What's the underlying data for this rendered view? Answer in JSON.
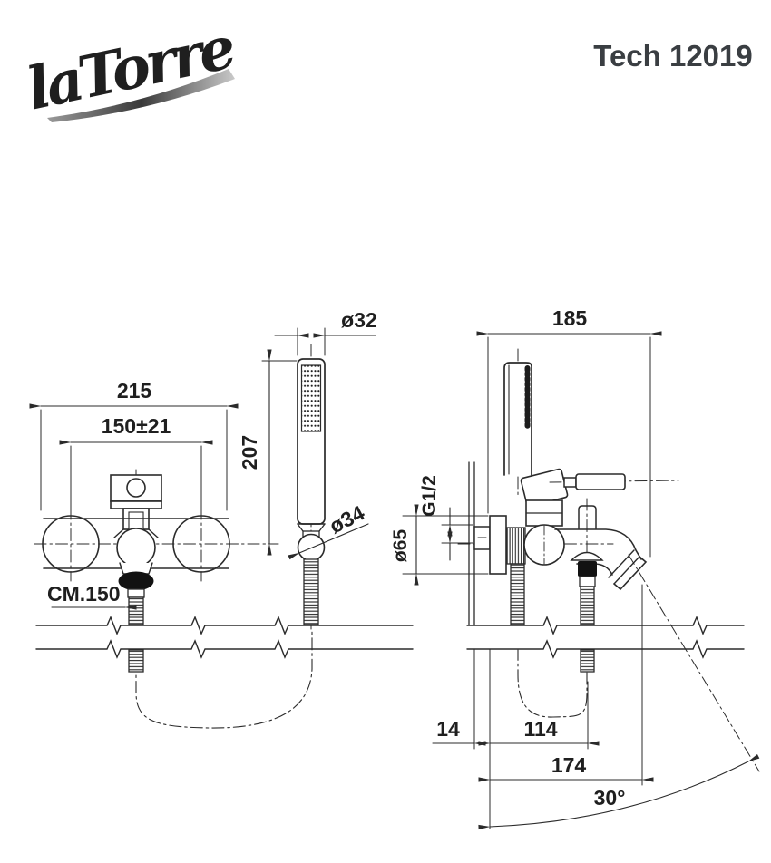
{
  "page": {
    "background": "#ffffff",
    "line_color": "#2b2b2b",
    "text_color": "#1f1f1f"
  },
  "header": {
    "brand": "laTorre",
    "model": "Tech 12019"
  },
  "front_view": {
    "label": "front-view-drawing",
    "dims": {
      "overall_width": "215",
      "hole_spacing": "150±21",
      "handshower_height": "207",
      "handshower_diameter": "ø32",
      "hose_ball_diameter": "ø34",
      "hose_length": "CM.150"
    }
  },
  "side_view": {
    "label": "side-view-drawing",
    "dims": {
      "overall_depth": "185",
      "connection_thread": "G1/2",
      "flange_diameter": "ø65",
      "wall_clearance": "14",
      "hose_offset": "114",
      "spout_reach": "174",
      "spout_angle": "30°"
    }
  }
}
